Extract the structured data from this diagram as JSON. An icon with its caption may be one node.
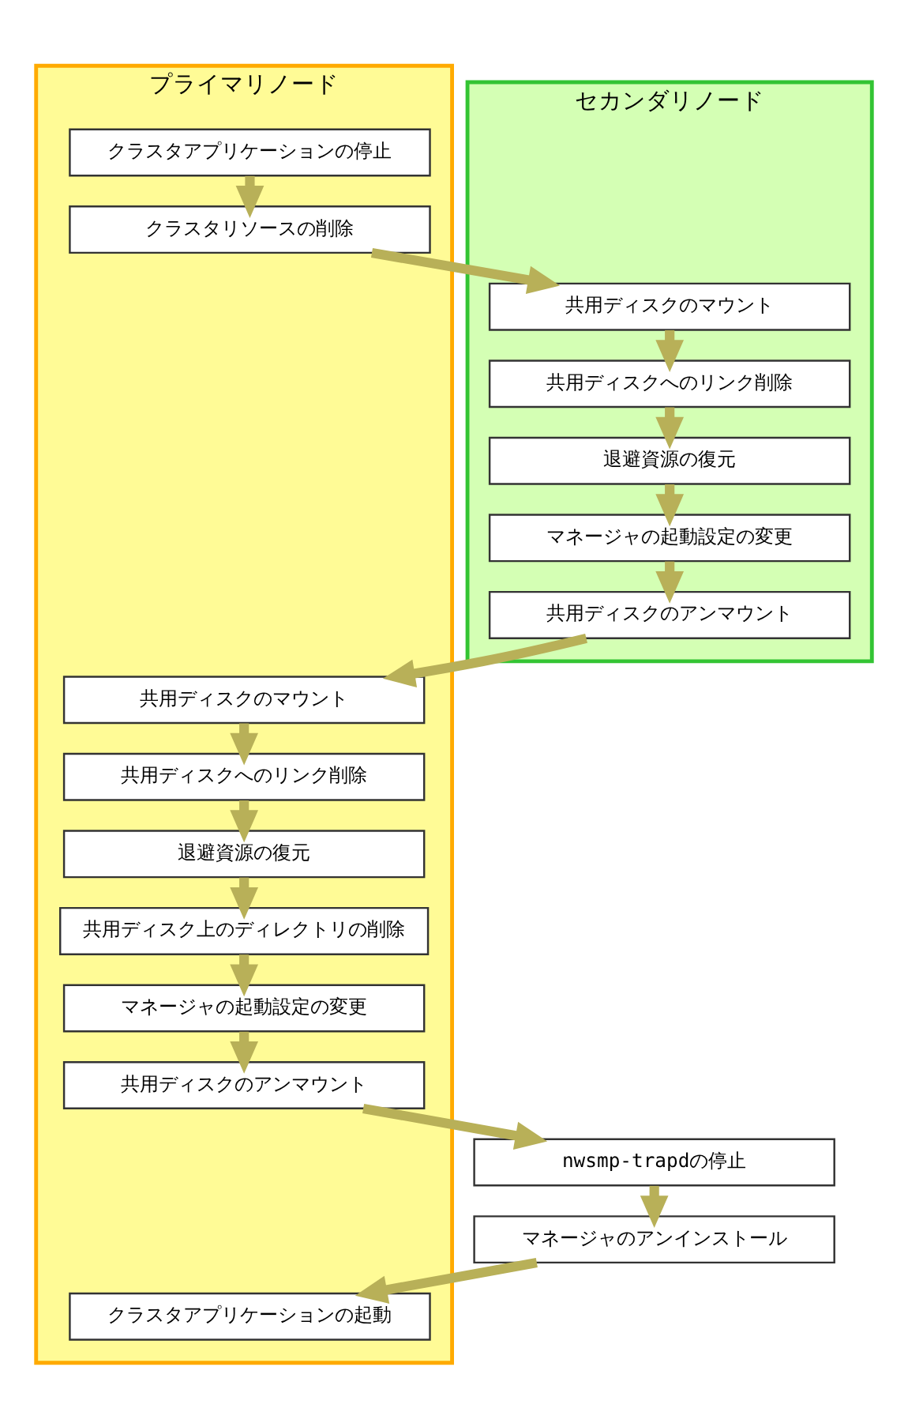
{
  "diagram": {
    "nodes": [
      {
        "text": [
          "プライマリノード"
        ]
      },
      {
        "text": [
          "セカンダリノード"
        ]
      },
      {
        "text": [
          "クラスタアプリケーションの停止"
        ],
        "in": 0
      },
      {
        "text": [
          "クラスタリソースの削除"
        ],
        "in": 0
      },
      {
        "text": [
          "共用ディスクのマウント"
        ],
        "in": 1
      },
      {
        "text": [
          "共用ディスクへのリンク削除"
        ],
        "in": 1
      },
      {
        "text": [
          "退避資源の復元"
        ],
        "in": 1
      },
      {
        "text": [
          "マネージャの起動設定の変更"
        ],
        "in": 1
      },
      {
        "text": [
          "共用ディスクのアンマウント"
        ],
        "in": 1
      },
      {
        "text": [
          "共用ディスクのマウント"
        ],
        "in": 0
      },
      {
        "text": [
          "共用ディスクへのリンク削除"
        ],
        "in": 0
      },
      {
        "text": [
          "退避資源の復元"
        ],
        "in": 0
      },
      {
        "text": [
          "共用ディスク上のディレクトリの削除"
        ],
        "in": 0
      },
      {
        "text": [
          "マネージャの起動設定の変更"
        ],
        "in": 0
      },
      {
        "text": [
          "共用ディスクのアンマウント"
        ],
        "in": 0
      },
      {
        "text": [
          "nwsmp-trapdの停止"
        ]
      },
      {
        "text": [
          "マネージャのアンインストール"
        ]
      },
      {
        "text": [
          "クラスタアプリケーションの起動"
        ],
        "in": 0
      }
    ],
    "edges": [
      {
        "from": 2,
        "to": 3,
        "arrow": "to"
      },
      {
        "from": 3,
        "to": 4,
        "arrow": "to"
      },
      {
        "from": 4,
        "to": 5,
        "arrow": "to"
      },
      {
        "from": 5,
        "to": 6,
        "arrow": "to"
      },
      {
        "from": 6,
        "to": 7,
        "arrow": "to"
      },
      {
        "from": 7,
        "to": 8,
        "arrow": "to"
      },
      {
        "from": 8,
        "to": 9,
        "arrow": "to"
      },
      {
        "from": 9,
        "to": 10,
        "arrow": "to"
      },
      {
        "from": 10,
        "to": 11,
        "arrow": "to"
      },
      {
        "from": 11,
        "to": 12,
        "arrow": "to"
      },
      {
        "from": 12,
        "to": 13,
        "arrow": "to"
      },
      {
        "from": 13,
        "to": 14,
        "arrow": "to"
      },
      {
        "from": 14,
        "to": 15,
        "arrow": "to"
      },
      {
        "from": 15,
        "to": 16,
        "arrow": "to"
      },
      {
        "from": 16,
        "to": 17,
        "arrow": "to"
      }
    ]
  }
}
